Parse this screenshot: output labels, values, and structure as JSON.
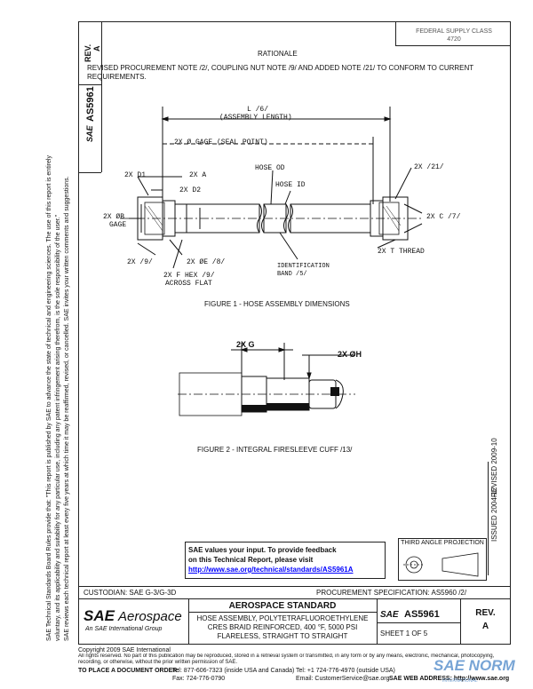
{
  "left_margin": {
    "line1": "SAE Technical Standards Board Rules provide that: \"This report is published by SAE to advance the state of technical and engineering sciences. The use of this report is entirely",
    "line2": "voluntary, and its applicability and suitability for any particular use, including any patent infringement arising therefrom, is the sole responsibility of the user.\"",
    "line3": "SAE reviews each technical report at least every five years at which time it may be reaffirmed, revised, or cancelled. SAE invites your written comments and suggestions."
  },
  "header": {
    "rev_label": "REV.",
    "rev_value": "A",
    "doc_logo": "SAE",
    "doc_number": "AS5961",
    "stamp_line1": "FEDERAL SUPPLY CLASS",
    "stamp_line2": "4720",
    "section_title": "RATIONALE",
    "rationale_text": "REVISED PROCUREMENT NOTE /2/, COUPLING NUT NOTE /9/ AND ADDED NOTE /21/ TO CONFORM TO CURRENT REQUIREMENTS."
  },
  "figure1": {
    "caption": "FIGURE 1 - HOSE ASSEMBLY DIMENSIONS",
    "labels": {
      "length": "L /6/",
      "length_sub": "(ASSEMBLY LENGTH)",
      "gage": "2X Ø GAGE (SEAL POINT)",
      "d1": "2X D1",
      "a": "2X A",
      "d2": "2X D2",
      "hose_od": "HOSE OD",
      "hose_id": "HOSE ID",
      "b_gage": "2X ØB",
      "b_gage2": "GAGE",
      "note21": "2X /21/",
      "c7": "2X C /7/",
      "t_thread": "2X T THREAD",
      "note9": "2X /9/",
      "e8": "2X ØE /8/",
      "hex": "2X F HEX /9/",
      "hex2": "ACROSS FLAT",
      "ident": "IDENTIFICATION",
      "ident2": "BAND /5/"
    }
  },
  "figure2": {
    "caption": "FIGURE 2 - INTEGRAL FIRESLEEVE CUFF /13/",
    "label_g": "2X G",
    "label_h": "2X ØH"
  },
  "right_margin": {
    "issued": "ISSUED 2004-12",
    "revised": "REVISED 2009-10"
  },
  "feedback": {
    "line1": "SAE values your input. To provide feedback",
    "line2": "on this Technical Report, please visit",
    "link": "http://www.sae.org/technical/standards/AS5961A"
  },
  "projection": {
    "label": "THIRD ANGLE PROJECTION"
  },
  "custodian": {
    "left": "CUSTODIAN: SAE G-3/G-3D",
    "right": "PROCUREMENT SPECIFICATION: AS5960 /2/"
  },
  "title_block": {
    "brand_sae": "SAE",
    "brand_aero": "Aerospace",
    "brand_sub": "An SAE International Group",
    "standard_heading": "AEROSPACE STANDARD",
    "title_line1": "HOSE ASSEMBLY, POLYTETRAFLUOROETHYLENE",
    "title_line2": "CRES BRAID REINFORCED, 400 °F, 5000 PSI",
    "title_line3": "FLARELESS, STRAIGHT TO STRAIGHT",
    "doc_logo": "SAE",
    "doc_number": "AS5961",
    "sheet": "SHEET 1 OF 5",
    "rev_label": "REV.",
    "rev_value": "A"
  },
  "footer": {
    "copyright": "Copyright 2009 SAE International",
    "rights": "All rights reserved. No part of this publication may be reproduced, stored in a retrieval system or transmitted, in any form or by any means, electronic, mechanical, photocopying,",
    "rights2": "recording, or otherwise, without the prior written permission of SAE.",
    "order_label": "TO PLACE A DOCUMENT ORDER:",
    "tel1": "Tel:   877-606-7323 (inside USA and Canada)",
    "tel2": "Tel:  +1 724-776-4970 (outside USA)",
    "fax": "Fax:  724-776-0790",
    "email": "Email: CustomerService@sae.org",
    "web": "SAE WEB ADDRESS:  http://www.sae.org",
    "watermark": "SAE NORM",
    "watermark_sub": "INTERNATIONAL"
  }
}
